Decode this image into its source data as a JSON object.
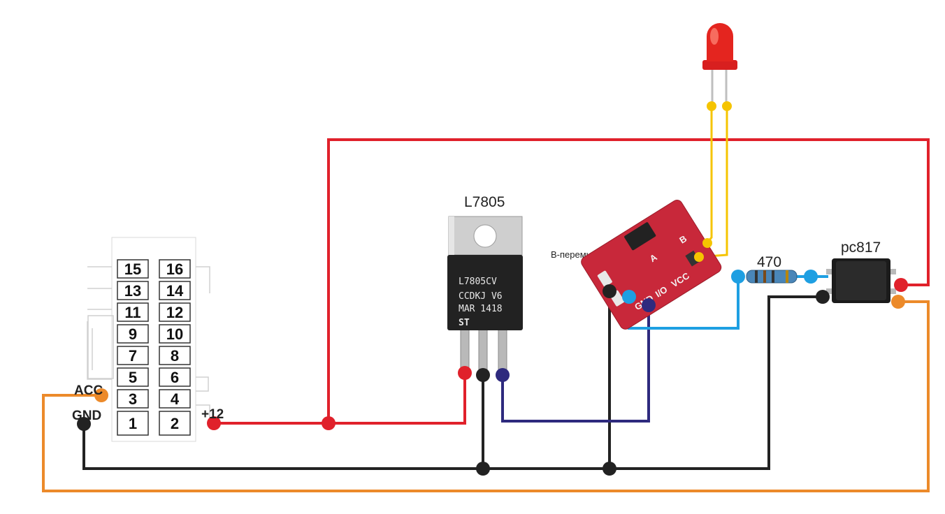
{
  "labels": {
    "regulator": "L7805",
    "resistor": "470",
    "optocoupler": "pc817",
    "jumper": "B-перемычка",
    "acc": "ACC",
    "gnd": "GND",
    "plus12": "+12"
  },
  "regulator_marking": {
    "line1": "L7805CV",
    "line2": "CCDKJ V6",
    "line3": "MAR 1418"
  },
  "touch_module_pins": [
    "GND",
    "I/O",
    "VCC"
  ],
  "touch_module_pads": [
    "A",
    "B"
  ],
  "connector_pins": [
    [
      "15",
      "16"
    ],
    [
      "13",
      "14"
    ],
    [
      "11",
      "12"
    ],
    [
      "9",
      "10"
    ],
    [
      "7",
      "8"
    ],
    [
      "5",
      "6"
    ],
    [
      "3",
      "4"
    ],
    [
      "1",
      "2"
    ]
  ],
  "wire_colors": {
    "plus12": "#e0212b",
    "ground": "#222222",
    "acc": "#ec8a2a",
    "vout5": "#2e2a7e",
    "signal": "#1e9fe2",
    "led": "#f5c400"
  }
}
